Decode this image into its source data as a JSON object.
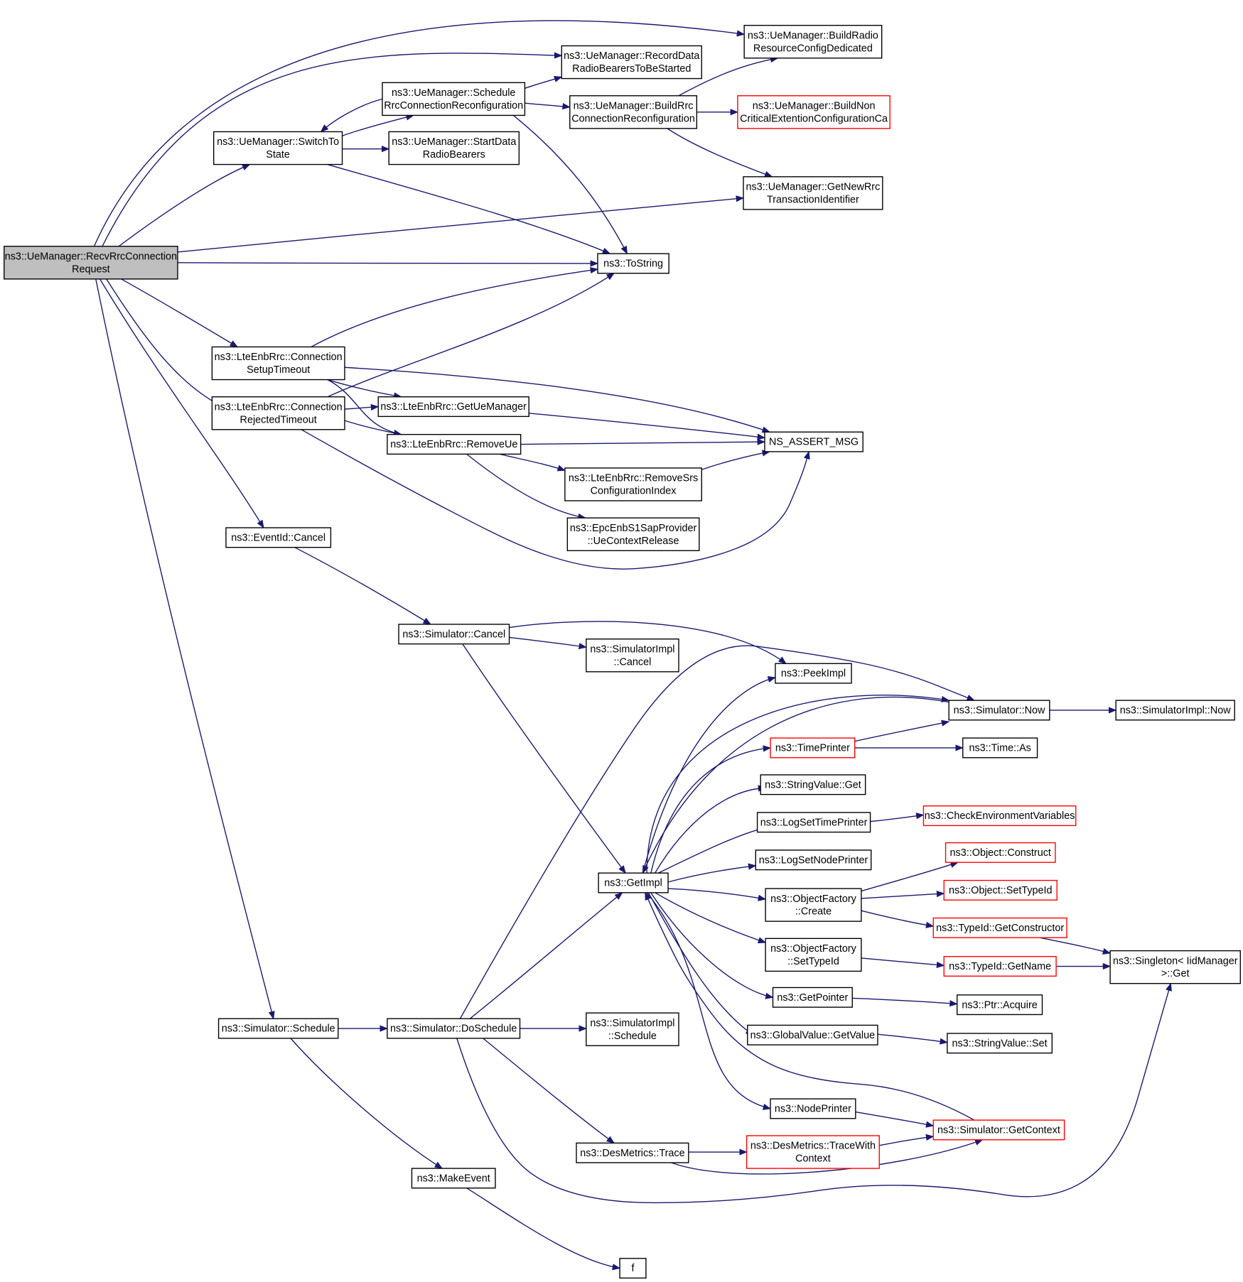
{
  "nodes": [
    {
      "id": "recv",
      "lines": [
        "ns3::UeManager::RecvRrcConnection",
        "Request"
      ],
      "style": "root"
    },
    {
      "id": "buildRadio",
      "lines": [
        "ns3::UeManager::BuildRadio",
        "ResourceConfigDedicated"
      ],
      "style": "normal"
    },
    {
      "id": "recordData",
      "lines": [
        "ns3::UeManager::RecordData",
        "RadioBearersToBeStarted"
      ],
      "style": "normal"
    },
    {
      "id": "scheduleRrc",
      "lines": [
        "ns3::UeManager::Schedule",
        "RrcConnectionReconfiguration"
      ],
      "style": "normal"
    },
    {
      "id": "buildRrc",
      "lines": [
        "ns3::UeManager::BuildRrc",
        "ConnectionReconfiguration"
      ],
      "style": "normal"
    },
    {
      "id": "buildNon",
      "lines": [
        "ns3::UeManager::BuildNon",
        "CriticalExtentionConfigurationCa"
      ],
      "style": "red"
    },
    {
      "id": "switchTo",
      "lines": [
        "ns3::UeManager::SwitchTo",
        "State"
      ],
      "style": "normal"
    },
    {
      "id": "startData",
      "lines": [
        "ns3::UeManager::StartData",
        "RadioBearers"
      ],
      "style": "normal"
    },
    {
      "id": "getNewRrc",
      "lines": [
        "ns3::UeManager::GetNewRrc",
        "TransactionIdentifier"
      ],
      "style": "normal"
    },
    {
      "id": "toString",
      "lines": [
        "ns3::ToString"
      ],
      "style": "normal"
    },
    {
      "id": "connSetup",
      "lines": [
        "ns3::LteEnbRrc::Connection",
        "SetupTimeout"
      ],
      "style": "normal"
    },
    {
      "id": "connRejected",
      "lines": [
        "ns3::LteEnbRrc::Connection",
        "RejectedTimeout"
      ],
      "style": "normal"
    },
    {
      "id": "getUeManager",
      "lines": [
        "ns3::LteEnbRrc::GetUeManager"
      ],
      "style": "normal"
    },
    {
      "id": "removeUe",
      "lines": [
        "ns3::LteEnbRrc::RemoveUe"
      ],
      "style": "normal"
    },
    {
      "id": "nsAssert",
      "lines": [
        "NS_ASSERT_MSG"
      ],
      "style": "normal"
    },
    {
      "id": "removeSrs",
      "lines": [
        "ns3::LteEnbRrc::RemoveSrs",
        "ConfigurationIndex"
      ],
      "style": "normal"
    },
    {
      "id": "ueCtxRelease",
      "lines": [
        "ns3::EpcEnbS1SapProvider",
        "::UeContextRelease"
      ],
      "style": "normal"
    },
    {
      "id": "eventCancel",
      "lines": [
        "ns3::EventId::Cancel"
      ],
      "style": "normal"
    },
    {
      "id": "simCancel",
      "lines": [
        "ns3::Simulator::Cancel"
      ],
      "style": "normal"
    },
    {
      "id": "simImplCancel",
      "lines": [
        "ns3::SimulatorImpl",
        "::Cancel"
      ],
      "style": "normal"
    },
    {
      "id": "peekImpl",
      "lines": [
        "ns3::PeekImpl"
      ],
      "style": "normal"
    },
    {
      "id": "simNow",
      "lines": [
        "ns3::Simulator::Now"
      ],
      "style": "normal"
    },
    {
      "id": "simImplNow",
      "lines": [
        "ns3::SimulatorImpl::Now"
      ],
      "style": "normal"
    },
    {
      "id": "timePrinter",
      "lines": [
        "ns3::TimePrinter"
      ],
      "style": "red"
    },
    {
      "id": "timeAs",
      "lines": [
        "ns3::Time::As"
      ],
      "style": "normal"
    },
    {
      "id": "strValGet",
      "lines": [
        "ns3::StringValue::Get"
      ],
      "style": "normal"
    },
    {
      "id": "logSetTime",
      "lines": [
        "ns3::LogSetTimePrinter"
      ],
      "style": "normal"
    },
    {
      "id": "checkEnv",
      "lines": [
        "ns3::CheckEnvironmentVariables"
      ],
      "style": "red"
    },
    {
      "id": "logSetNode",
      "lines": [
        "ns3::LogSetNodePrinter"
      ],
      "style": "normal"
    },
    {
      "id": "getImpl",
      "lines": [
        "ns3::GetImpl"
      ],
      "style": "normal"
    },
    {
      "id": "objConstruct",
      "lines": [
        "ns3::Object::Construct"
      ],
      "style": "red"
    },
    {
      "id": "ofCreate",
      "lines": [
        "ns3::ObjectFactory",
        "::Create"
      ],
      "style": "normal"
    },
    {
      "id": "objSetTypeId",
      "lines": [
        "ns3::Object::SetTypeId"
      ],
      "style": "red"
    },
    {
      "id": "getConstructor",
      "lines": [
        "ns3::TypeId::GetConstructor"
      ],
      "style": "red"
    },
    {
      "id": "ofSetTypeId",
      "lines": [
        "ns3::ObjectFactory",
        "::SetTypeId"
      ],
      "style": "normal"
    },
    {
      "id": "typeIdGetName",
      "lines": [
        "ns3::TypeId::GetName"
      ],
      "style": "red"
    },
    {
      "id": "singletonGet",
      "lines": [
        "ns3::Singleton< IidManager",
        ">::Get"
      ],
      "style": "normal"
    },
    {
      "id": "getPointer",
      "lines": [
        "ns3::GetPointer"
      ],
      "style": "normal"
    },
    {
      "id": "ptrAcquire",
      "lines": [
        "ns3::Ptr::Acquire"
      ],
      "style": "normal"
    },
    {
      "id": "gvGetValue",
      "lines": [
        "ns3::GlobalValue::GetValue"
      ],
      "style": "normal"
    },
    {
      "id": "strValSet",
      "lines": [
        "ns3::StringValue::Set"
      ],
      "style": "normal"
    },
    {
      "id": "simSchedule",
      "lines": [
        "ns3::Simulator::Schedule"
      ],
      "style": "normal"
    },
    {
      "id": "doSchedule",
      "lines": [
        "ns3::Simulator::DoSchedule"
      ],
      "style": "normal"
    },
    {
      "id": "simImplSchedule",
      "lines": [
        "ns3::SimulatorImpl",
        "::Schedule"
      ],
      "style": "normal"
    },
    {
      "id": "nodePrinter",
      "lines": [
        "ns3::NodePrinter"
      ],
      "style": "normal"
    },
    {
      "id": "getContext",
      "lines": [
        "ns3::Simulator::GetContext"
      ],
      "style": "red"
    },
    {
      "id": "desTrace",
      "lines": [
        "ns3::DesMetrics::Trace"
      ],
      "style": "normal"
    },
    {
      "id": "traceWith",
      "lines": [
        "ns3::DesMetrics::TraceWith",
        "Context"
      ],
      "style": "red"
    },
    {
      "id": "makeEvent",
      "lines": [
        "ns3::MakeEvent"
      ],
      "style": "normal"
    },
    {
      "id": "f",
      "lines": [
        "f"
      ],
      "style": "normal"
    }
  ],
  "edges": [
    [
      "recv",
      "buildRadio"
    ],
    [
      "recv",
      "recordData"
    ],
    [
      "recv",
      "switchTo"
    ],
    [
      "recv",
      "getNewRrc"
    ],
    [
      "recv",
      "toString"
    ],
    [
      "recv",
      "connSetup"
    ],
    [
      "recv",
      "connRejected"
    ],
    [
      "recv",
      "eventCancel"
    ],
    [
      "recv",
      "simSchedule"
    ],
    [
      "scheduleRrc",
      "recordData"
    ],
    [
      "scheduleRrc",
      "buildRrc"
    ],
    [
      "scheduleRrc",
      "switchTo"
    ],
    [
      "scheduleRrc",
      "toString"
    ],
    [
      "buildRrc",
      "buildRadio"
    ],
    [
      "buildRrc",
      "buildNon"
    ],
    [
      "buildRrc",
      "getNewRrc"
    ],
    [
      "switchTo",
      "scheduleRrc"
    ],
    [
      "switchTo",
      "startData"
    ],
    [
      "switchTo",
      "toString"
    ],
    [
      "connSetup",
      "toString"
    ],
    [
      "connSetup",
      "getUeManager"
    ],
    [
      "connSetup",
      "removeUe"
    ],
    [
      "connSetup",
      "nsAssert"
    ],
    [
      "connRejected",
      "toString"
    ],
    [
      "connRejected",
      "getUeManager"
    ],
    [
      "connRejected",
      "removeUe"
    ],
    [
      "connRejected",
      "nsAssert"
    ],
    [
      "getUeManager",
      "nsAssert"
    ],
    [
      "removeUe",
      "nsAssert"
    ],
    [
      "removeUe",
      "removeSrs"
    ],
    [
      "removeUe",
      "ueCtxRelease"
    ],
    [
      "removeSrs",
      "nsAssert"
    ],
    [
      "eventCancel",
      "simCancel"
    ],
    [
      "simCancel",
      "simImplCancel"
    ],
    [
      "simCancel",
      "peekImpl"
    ],
    [
      "simCancel",
      "getImpl"
    ],
    [
      "getImpl",
      "peekImpl"
    ],
    [
      "getImpl",
      "simNow"
    ],
    [
      "getImpl",
      "timePrinter"
    ],
    [
      "getImpl",
      "strValGet"
    ],
    [
      "getImpl",
      "logSetTime"
    ],
    [
      "getImpl",
      "logSetNode"
    ],
    [
      "getImpl",
      "ofCreate"
    ],
    [
      "getImpl",
      "ofSetTypeId"
    ],
    [
      "getImpl",
      "getPointer"
    ],
    [
      "getImpl",
      "gvGetValue"
    ],
    [
      "getImpl",
      "nodePrinter"
    ],
    [
      "simNow",
      "simImplNow"
    ],
    [
      "simNow",
      "getImpl"
    ],
    [
      "timePrinter",
      "simNow"
    ],
    [
      "timePrinter",
      "timeAs"
    ],
    [
      "logSetTime",
      "checkEnv"
    ],
    [
      "ofCreate",
      "objConstruct"
    ],
    [
      "ofCreate",
      "objSetTypeId"
    ],
    [
      "ofCreate",
      "getConstructor"
    ],
    [
      "getConstructor",
      "singletonGet"
    ],
    [
      "ofSetTypeId",
      "typeIdGetName"
    ],
    [
      "typeIdGetName",
      "singletonGet"
    ],
    [
      "getPointer",
      "ptrAcquire"
    ],
    [
      "gvGetValue",
      "strValSet"
    ],
    [
      "nodePrinter",
      "getContext"
    ],
    [
      "getContext",
      "getImpl"
    ],
    [
      "simSchedule",
      "doSchedule"
    ],
    [
      "simSchedule",
      "makeEvent"
    ],
    [
      "doSchedule",
      "simNow"
    ],
    [
      "doSchedule",
      "getImpl"
    ],
    [
      "doSchedule",
      "simImplSchedule"
    ],
    [
      "doSchedule",
      "desTrace"
    ],
    [
      "doSchedule",
      "singletonGet"
    ],
    [
      "desTrace",
      "traceWith"
    ],
    [
      "desTrace",
      "getContext"
    ],
    [
      "traceWith",
      "getContext"
    ],
    [
      "makeEvent",
      "f"
    ]
  ]
}
